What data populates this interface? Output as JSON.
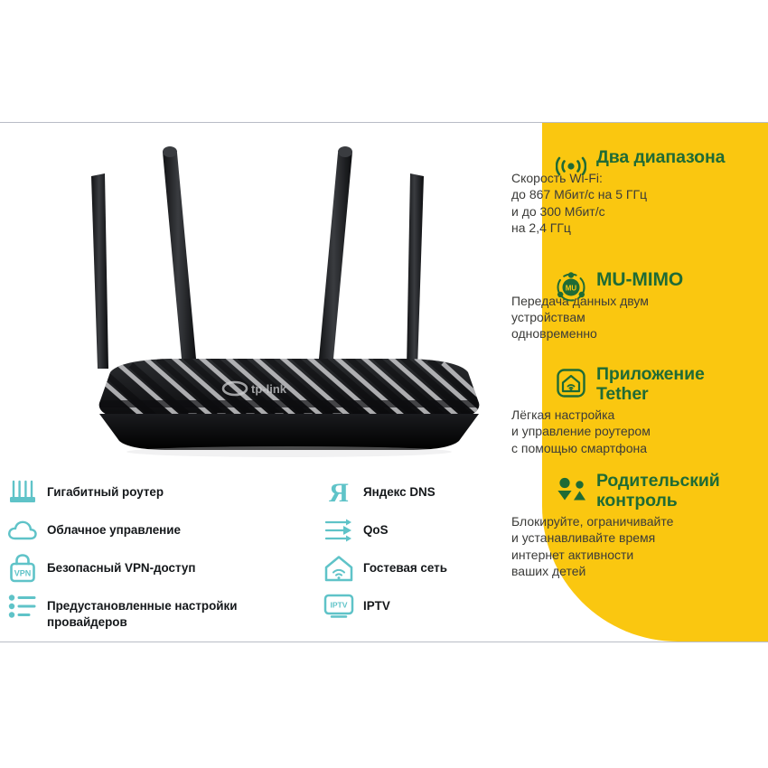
{
  "product": {
    "brand": "tp-link",
    "image_alt": "black-wifi-router-four-antennas"
  },
  "colors": {
    "panel_yellow": "#fac710",
    "heading_green": "#1f6b35",
    "body_gray": "#3b3b39",
    "spec_icon_teal": "#5fc3c8",
    "spec_label_dark": "#14171a",
    "rule_gray": "#b9bcc6"
  },
  "panel": {
    "features": [
      {
        "icon": "wifi-signal-icon",
        "title": "Два диапазона",
        "desc": "Скорость Wi-Fi:\nдо 867 Мбит/с на 5 ГГц\nи до 300 Мбит/с\nна 2,4 ГГц"
      },
      {
        "icon": "mu-mimo-icon",
        "title": "MU-MIMO",
        "desc": "Передача данных двум\nустройствам\nодновременно"
      },
      {
        "icon": "tether-app-icon",
        "title": "Приложение\nTether",
        "desc": "Лёгкая настройка\nи управление роутером\nс помощью смартфона"
      },
      {
        "icon": "parental-control-icon",
        "title": "Родительский\nконтроль",
        "desc": "Блокируйте, ограничивайте\nи устанавливайте время\nинтернет активности\nваших детей"
      }
    ]
  },
  "specs": {
    "left_column": [
      {
        "icon": "gigabit-router-icon",
        "label": "Гигабитный роутер"
      },
      {
        "icon": "cloud-icon",
        "label": "Облачное управление"
      },
      {
        "icon": "vpn-lock-icon",
        "label": "Безопасный VPN-доступ"
      },
      {
        "icon": "preset-list-icon",
        "label": "Предустановленные настройки\nпровайдеров"
      }
    ],
    "right_column": [
      {
        "icon": "yandex-dns-icon",
        "label": "Яндекс DNS"
      },
      {
        "icon": "qos-arrows-icon",
        "label": "QoS"
      },
      {
        "icon": "guest-network-icon",
        "label": "Гостевая сеть"
      },
      {
        "icon": "iptv-icon",
        "label": "IPTV"
      }
    ]
  }
}
